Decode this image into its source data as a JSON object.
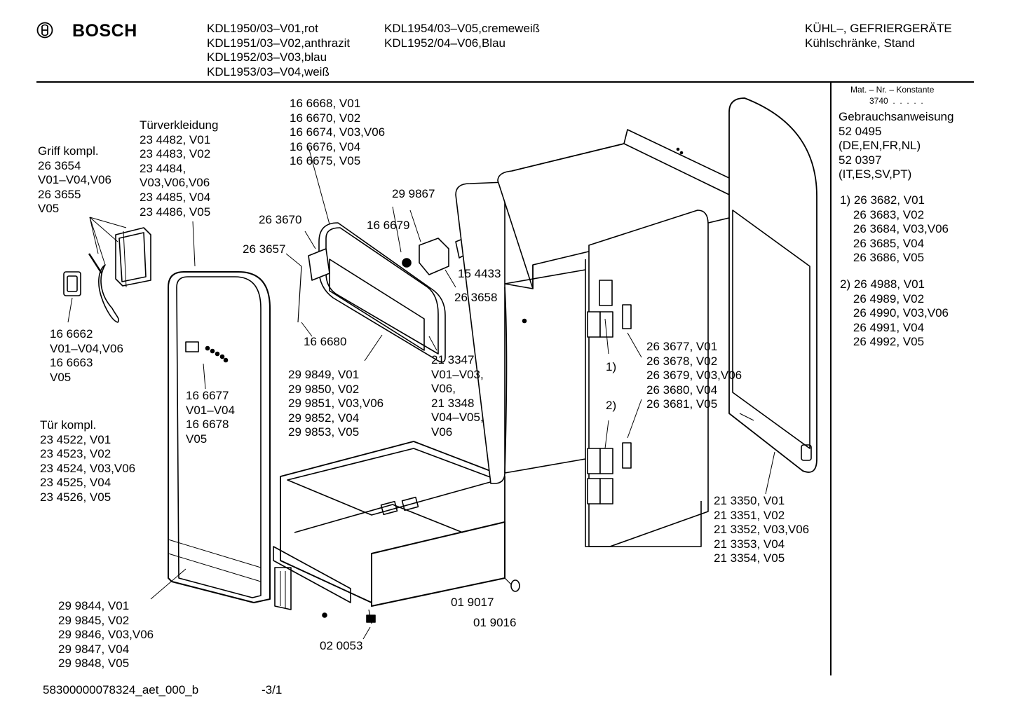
{
  "header": {
    "brand": "BOSCH",
    "models_col1": "KDL1950/03–V01,rot\nKDL1951/03–V02,anthrazit\nKDL1952/03–V03,blau\nKDL1953/03–V04,weiß",
    "models_col2": "KDL1954/03–V05,cremeweiß\nKDL1952/04–V06,Blau",
    "category": "KÜHL–, GEFRIERGERÄTE\nKühlschränke, Stand"
  },
  "side_panel": {
    "mat_nr_label": "Mat. – Nr. – Konstante",
    "mat_nr_value": "3740  .  .  .  .  .",
    "manual": "Gebrauchsanweisung\n52 0495\n(DE,EN,FR,NL)\n52 0397\n(IT,ES,SV,PT)",
    "note1": "1) 26 3682, V01\n    26 3683, V02\n    26 3684, V03,V06\n    26 3685, V04\n    26 3686, V05",
    "note2": "2) 26 4988, V01\n    26 4989, V02\n    26 4990, V03,V06\n    26 4991, V04\n    26 4992, V05"
  },
  "labels": {
    "griff": "Griff kompl.\n26 3654\nV01–V04,V06\n26 3655\nV05",
    "tuerverkleidung": "Türverkleidung\n23 4482, V01\n23 4483, V02\n23 4484,\nV03,V06,V06\n23 4485, V04\n23 4486, V05",
    "p166668": "16 6668, V01\n16 6670, V02\n16 6674, V03,V06\n16 6676, V04\n16 6675, V05",
    "p299867": "29 9867",
    "p263670": "26 3670",
    "p166679": "16 6679",
    "p263657": "26 3657",
    "p154433": "15 4433",
    "p263658": "26 3658",
    "p166662": "16 6662\nV01–V04,V06\n16 6663\nV05",
    "p166680": "16 6680",
    "p299849": "29 9849, V01\n29 9850, V02\n29 9851, V03,V06\n29 9852, V04\n29 9853, V05",
    "p213347": "21 3347\nV01–V03,\nV06,\n21 3348\nV04–V05,\nV06",
    "p166677": "16 6677\nV01–V04\n16 6678\nV05",
    "tuer": "Tür kompl.\n23 4522, V01\n23 4523, V02\n23 4524, V03,V06\n23 4525, V04\n23 4526, V05",
    "p263677": "26 3677, V01\n26 3678, V02\n26 3679, V03,V06\n26 3680, V04\n26 3681, V05",
    "ref1": "1)",
    "ref2": "2)",
    "p213350": "21 3350, V01\n21 3351, V02\n21 3352, V03,V06\n21 3353, V04\n21 3354, V05",
    "p299844": "29 9844, V01\n29 9845, V02\n29 9846, V03,V06\n29 9847, V04\n29 9848, V05",
    "p019017": "01 9017",
    "p019016": "01 9016",
    "p020053": "02 0053"
  },
  "footer": {
    "doc_id": "58300000078324_aet_000_b",
    "page": "-3/1"
  }
}
